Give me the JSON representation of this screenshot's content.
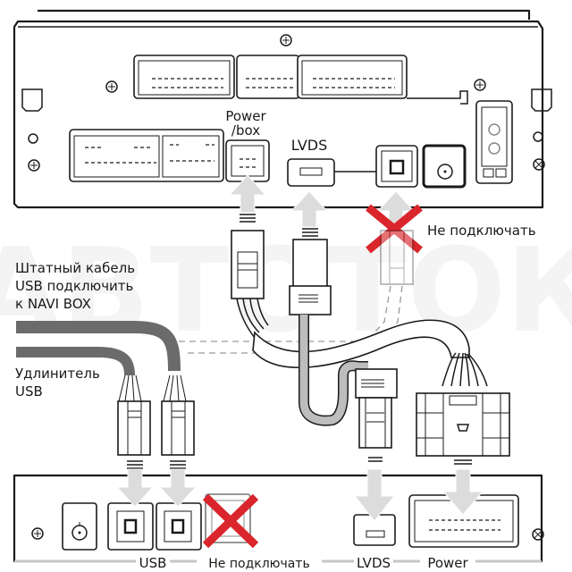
{
  "diagram": {
    "title": "NAVI BOX USB / LVDS / Power connection",
    "head_unit": {
      "ports": {
        "power_box": "Power\n/box",
        "power_box_line1": "Power",
        "power_box_line2": "/box",
        "lvds": "LVDS"
      },
      "do_not_connect_label": "Не подключать"
    },
    "cables": {
      "stock_usb_line1": "Штатный кабель",
      "stock_usb_line2": "USB подключить",
      "stock_usb_line3": "к NAVI BOX",
      "extension_line1": "Удлинитель",
      "extension_line2": "USB"
    },
    "navi_box": {
      "labels": {
        "usb": "USB",
        "do_not_connect": "Не подключать",
        "lvds": "LVDS",
        "power": "Power"
      }
    },
    "watermark": "АВТОТОК",
    "colors": {
      "cross": "#d9252b",
      "cable_dark": "#6b6b6b",
      "cable_light": "#bdbdbd",
      "arrow": "#dcdcdc"
    }
  }
}
